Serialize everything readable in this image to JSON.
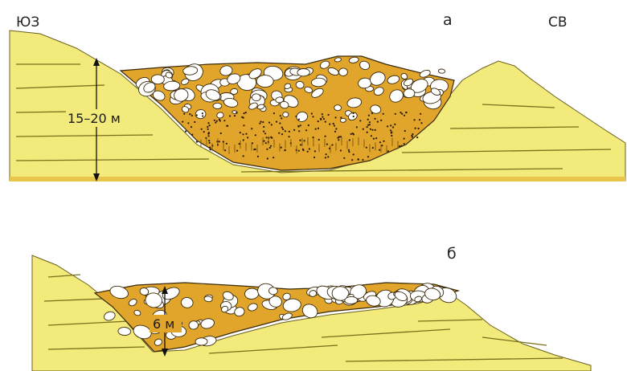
{
  "orientation": {
    "left": "ЮЗ",
    "right": "СВ"
  },
  "panels": [
    {
      "label": "а",
      "thickness": "15–20 м"
    },
    {
      "label": "б",
      "thickness": "6 м"
    }
  ],
  "colors": {
    "bedrock": "#f2ea7a",
    "bedrock_base": "#e8c64a",
    "deposit": "#e0a52a",
    "deposit_outline": "#3a2a0a",
    "clast": "#ffffff"
  }
}
